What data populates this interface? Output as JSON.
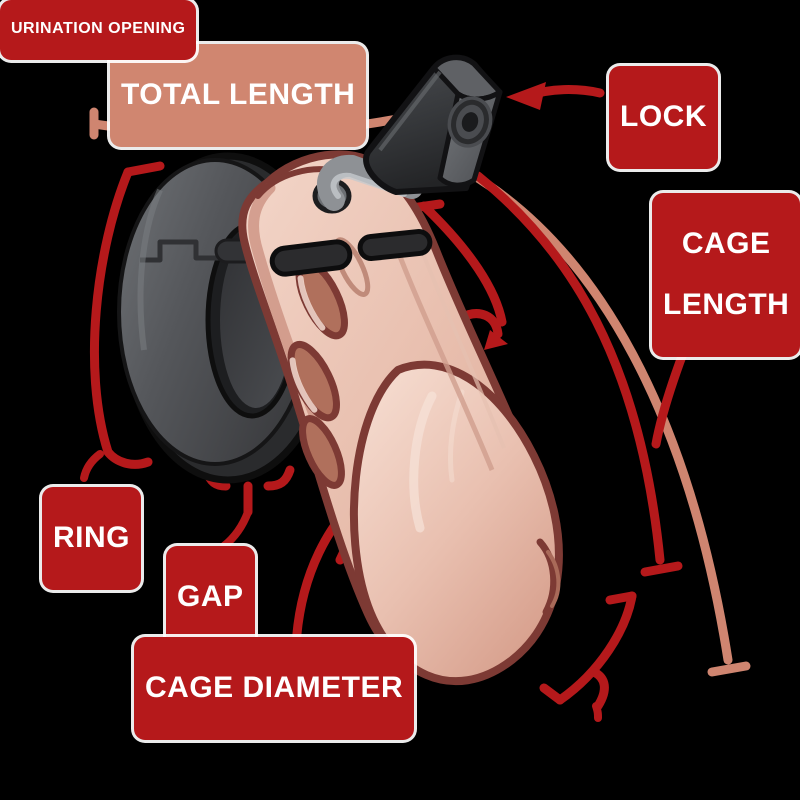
{
  "diagram": {
    "title": "Chastity Cage Measurement Diagram",
    "background_color": "#000000",
    "colors": {
      "label_red": "#b5191b",
      "label_salmon": "#d08670",
      "label_text": "#ffffff",
      "label_outline": "#ffffff",
      "leader_red": "#b5191b",
      "leader_salmon": "#cf8570",
      "skin_light": "#f0cfc2",
      "skin_mid": "#e2b3a3",
      "skin_shadow": "#c98e7d",
      "skin_outline": "#7d3a34",
      "slot_inner": "#b0705c",
      "ring_dark": "#3f4043",
      "ring_mid": "#54565a",
      "ring_light": "#6b6e72",
      "ring_outline": "#111111",
      "lock_body": "#3a3b3e",
      "lock_face": "#5b5d61",
      "lock_shackle": "#9b9ea2",
      "bar_black": "#2b2b2d"
    }
  },
  "labels": [
    {
      "id": "total-length",
      "name": "total-length",
      "text": "TOTAL LENGTH",
      "style": "salmon",
      "lines": [
        "TOTAL LENGTH"
      ]
    },
    {
      "id": "lock",
      "name": "lock",
      "text": "LOCK",
      "style": "red",
      "lines": [
        "LOCK"
      ]
    },
    {
      "id": "cage-length",
      "name": "cage-length",
      "text": "CAGE LENGTH",
      "style": "red",
      "lines": [
        "CAGE",
        "LENGTH"
      ]
    },
    {
      "id": "ring",
      "name": "ring",
      "text": "RING",
      "style": "red",
      "lines": [
        "RING"
      ]
    },
    {
      "id": "gap",
      "name": "gap",
      "text": "GAP",
      "style": "red",
      "lines": [
        "GAP"
      ]
    },
    {
      "id": "cage-diameter",
      "name": "cage-diameter",
      "text": "CAGE DIAMETER",
      "style": "red",
      "lines": [
        "CAGE DIAMETER"
      ]
    },
    {
      "id": "urination-opening",
      "name": "urination-opening",
      "text": "URINATION OPENING",
      "style": "red",
      "lines": [
        "URINATION OPENING"
      ]
    }
  ],
  "label_text": {
    "total_length": "TOTAL LENGTH",
    "lock": "LOCK",
    "cage_length_line1": "CAGE",
    "cage_length_line2": "LENGTH",
    "ring": "RING",
    "gap": "GAP",
    "cage_diameter": "CAGE DIAMETER",
    "urination_opening": "URINATION OPENING"
  },
  "illustration_parts": {
    "lock": "padlock-body-with-keyhole-and-shackle",
    "ring": "thick-dark-gray-base-ring",
    "cage": "flesh-colored-slotted-cage",
    "bars": "two-black-rounded-bars",
    "slots": "four-oval-ventilation-slots",
    "tip": "rounded-cage-tip",
    "urination_opening": "opening-at-cage-tip"
  }
}
